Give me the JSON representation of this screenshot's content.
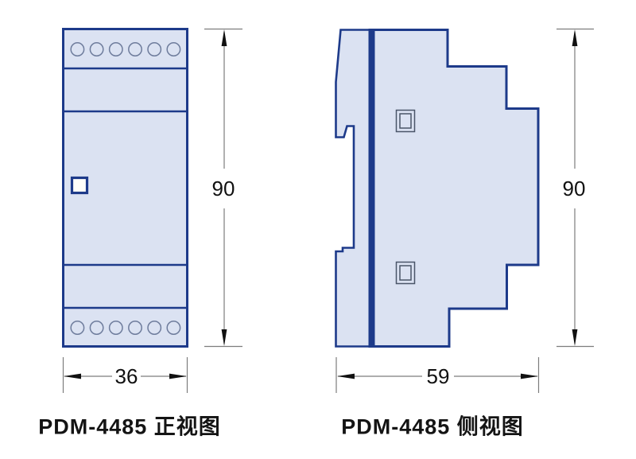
{
  "drawing": {
    "front_view": {
      "caption": "PDM-4485 正视图",
      "height_dim": "90",
      "width_dim": "36"
    },
    "side_view": {
      "caption": "PDM-4485 侧视图",
      "height_dim": "90",
      "width_dim": "59"
    }
  },
  "icons": {
    "terminal_hole": "circle-terminal-hole",
    "indicator_window": "square-indicator-window",
    "screw_slot": "square-screw-slot"
  },
  "theme": {
    "background": "#ffffff",
    "housing_fill": "#dbe2f2",
    "housing_outline": "#1d3a8a",
    "hole_outline": "#6e7c9c",
    "detail_outline": "#4a5568",
    "dimension_line": "#7d7d7d",
    "dimension_text": "#111111"
  }
}
